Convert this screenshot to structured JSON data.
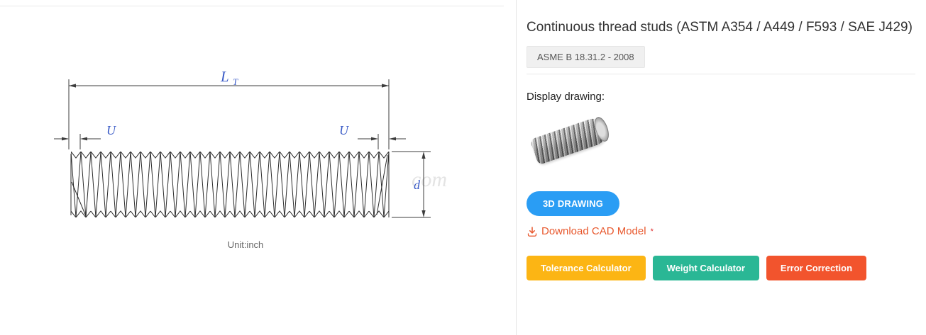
{
  "drawing": {
    "length_label": "L",
    "length_sub": "T",
    "u_left": "U",
    "u_right": "U",
    "diameter_label": "d",
    "unit_note": "Unit:inch",
    "watermark": "com"
  },
  "product": {
    "title": "Continuous thread studs (ASTM A354 / A449 / F593 / SAE J429)",
    "standard": "ASME B 18.31.2 - 2008",
    "display_drawing_label": "Display drawing:",
    "view_3d_button": "3D DRAWING",
    "download_link": "Download CAD Model",
    "download_asterisk": "*",
    "action_buttons": [
      {
        "label": "Tolerance Calculator",
        "color": "#fcb514"
      },
      {
        "label": "Weight Calculator",
        "color": "#2ab795"
      },
      {
        "label": "Error Correction",
        "color": "#f2542d"
      }
    ],
    "colors": {
      "accent_blue": "#2a9df4",
      "link_orange": "#e8572c",
      "dim_blue": "#3a5bc7"
    }
  }
}
